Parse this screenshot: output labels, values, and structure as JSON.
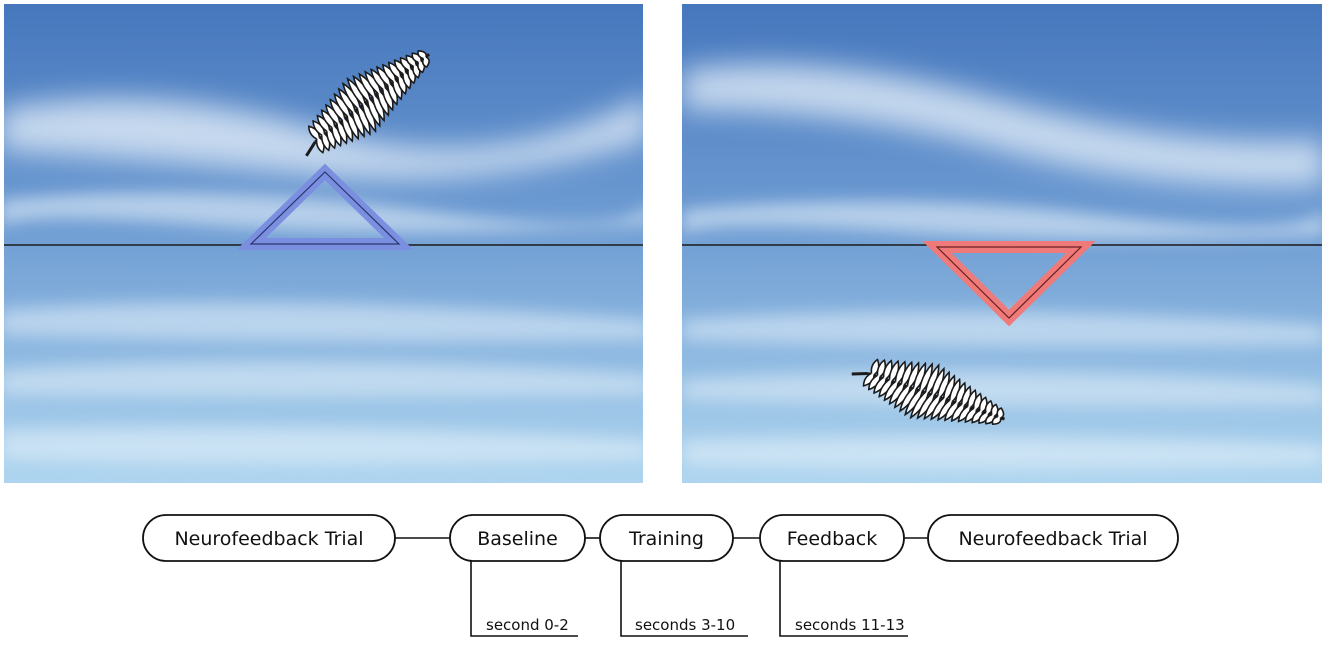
{
  "panels": [
    {
      "indicator": "up-triangle",
      "indicator_color": "#7b8fe0",
      "fern_position": "above"
    },
    {
      "indicator": "down-triangle",
      "indicator_color": "#ef7a7a",
      "fern_position": "below"
    }
  ],
  "colors": {
    "sky_top": "#4a7cc0",
    "sky_bottom": "#a9d2ee",
    "up_indicator": "#7b8fe0",
    "down_indicator": "#ef7a7a"
  },
  "timeline": {
    "nodes": [
      {
        "label": "Neurofeedback Trial"
      },
      {
        "label": "Baseline"
      },
      {
        "label": "Training"
      },
      {
        "label": "Feedback"
      },
      {
        "label": "Neurofeedback Trial"
      }
    ],
    "durations": [
      {
        "label": "second 0-2"
      },
      {
        "label": "seconds 3-10"
      },
      {
        "label": "seconds 11-13"
      }
    ]
  }
}
